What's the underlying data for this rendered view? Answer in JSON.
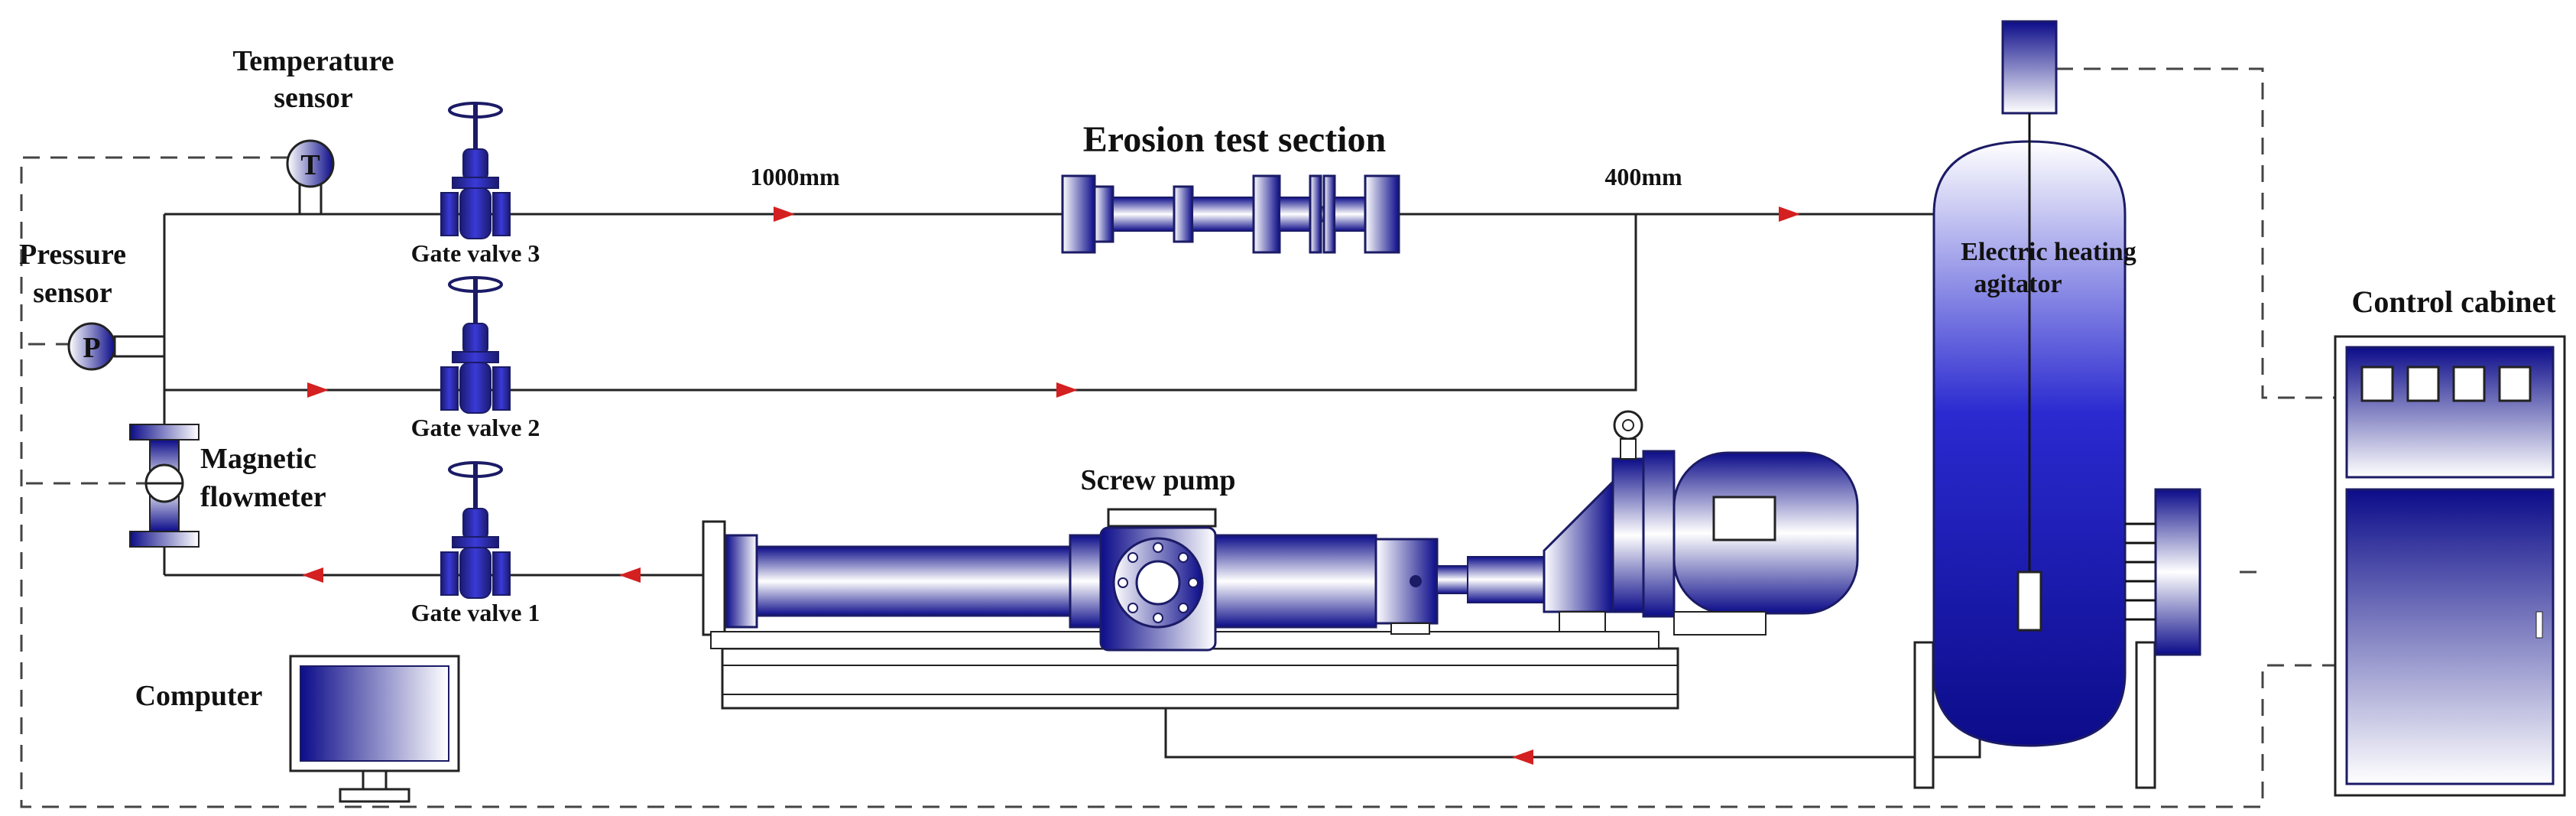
{
  "labels": {
    "temperature_sensor_line1": "Temperature",
    "temperature_sensor_line2": "sensor",
    "temperature_symbol": "T",
    "pressure_sensor_line1": "Pressure",
    "pressure_sensor_line2": "sensor",
    "pressure_symbol": "P",
    "magnetic_flowmeter_line1": "Magnetic",
    "magnetic_flowmeter_line2": "flowmeter",
    "gate_valve_3": "Gate valve 3",
    "gate_valve_2": "Gate valve 2",
    "gate_valve_1": "Gate valve 1",
    "length_upstream": "1000mm",
    "length_downstream": "400mm",
    "erosion_test_section": "Erosion test section",
    "screw_pump": "Screw pump",
    "electric_heating_agitator_line1": "Electric heating",
    "electric_heating_agitator_line2": "agitator",
    "control_cabinet": "Control cabinet",
    "computer": "Computer"
  },
  "colors": {
    "equipment_dark": "#0c0c8a",
    "equipment_light": "#ffffff",
    "flow_arrow": "#d42020",
    "pipe": "#222222"
  }
}
